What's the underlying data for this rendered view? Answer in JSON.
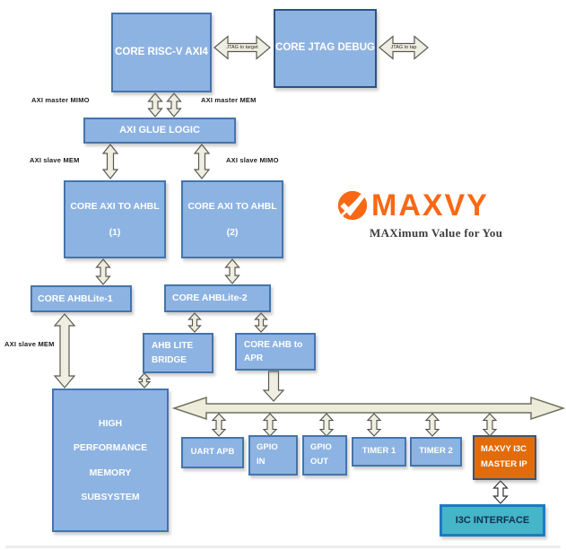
{
  "diagram": {
    "blocks": {
      "riscv": {
        "label": "CORE RISC-V AXI4"
      },
      "jtag_debug": {
        "label": "CORE JTAG DEBUG"
      },
      "axi_glue": {
        "label": "AXI GLUE LOGIC"
      },
      "axi_to_ahbl_1": {
        "line1": "CORE AXI TO AHBL",
        "line2": "(1)"
      },
      "axi_to_ahbl_2": {
        "line1": "CORE AXI TO AHBL",
        "line2": "(2)"
      },
      "ahblite_1": {
        "label": "CORE AHBLite-1"
      },
      "ahblite_2": {
        "label": "CORE AHBLite-2"
      },
      "ahb_lite_bridge": {
        "line1": "AHB LITE",
        "line2": "BRIDGE"
      },
      "ahb_to_apr": {
        "line1": "CORE AHB to",
        "line2": "APR"
      },
      "memory": {
        "line1": "HIGH",
        "line2": "PERFORMANCE",
        "line3": "MEMORY",
        "line4": "SUBSYSTEM"
      },
      "uart_apb": {
        "label": "UART APB"
      },
      "gpio_in": {
        "line1": "GPIO",
        "line2": "IN"
      },
      "gpio_out": {
        "line1": "GPIO",
        "line2": "OUT"
      },
      "timer_1": {
        "label": "TIMER 1"
      },
      "timer_2": {
        "label": "TIMER 2"
      },
      "maxvy_i3c": {
        "line1": "MAXVY I3C",
        "line2": "MASTER IP"
      },
      "i3c_interface": {
        "label": "I3C INTERFACE"
      }
    },
    "labels": {
      "axi_master_mimo": "AXI master MIMO",
      "axi_master_mem": "AXI master MEM",
      "axi_slave_mem_top": "AXI slave MEM",
      "axi_slave_mimo": "AXI slave MIMO",
      "axi_slave_mem_bottom": "AXI slave MEM"
    },
    "arrow_labels": {
      "jtag_left": "JTAG to target",
      "jtag_right": "JTAG to tap"
    },
    "colors": {
      "block_fill": "#8DB3E2",
      "block_border": "#4574AC",
      "accent_orange": "#E26B0A",
      "teal_fill": "#45B5C8",
      "teal_border": "#1F7AC0",
      "arrow_fill": "#EFEEE2",
      "logo_orange": "#F96815"
    }
  },
  "logo": {
    "name": "MAXVY",
    "tagline": "MAXimum Value for You"
  }
}
